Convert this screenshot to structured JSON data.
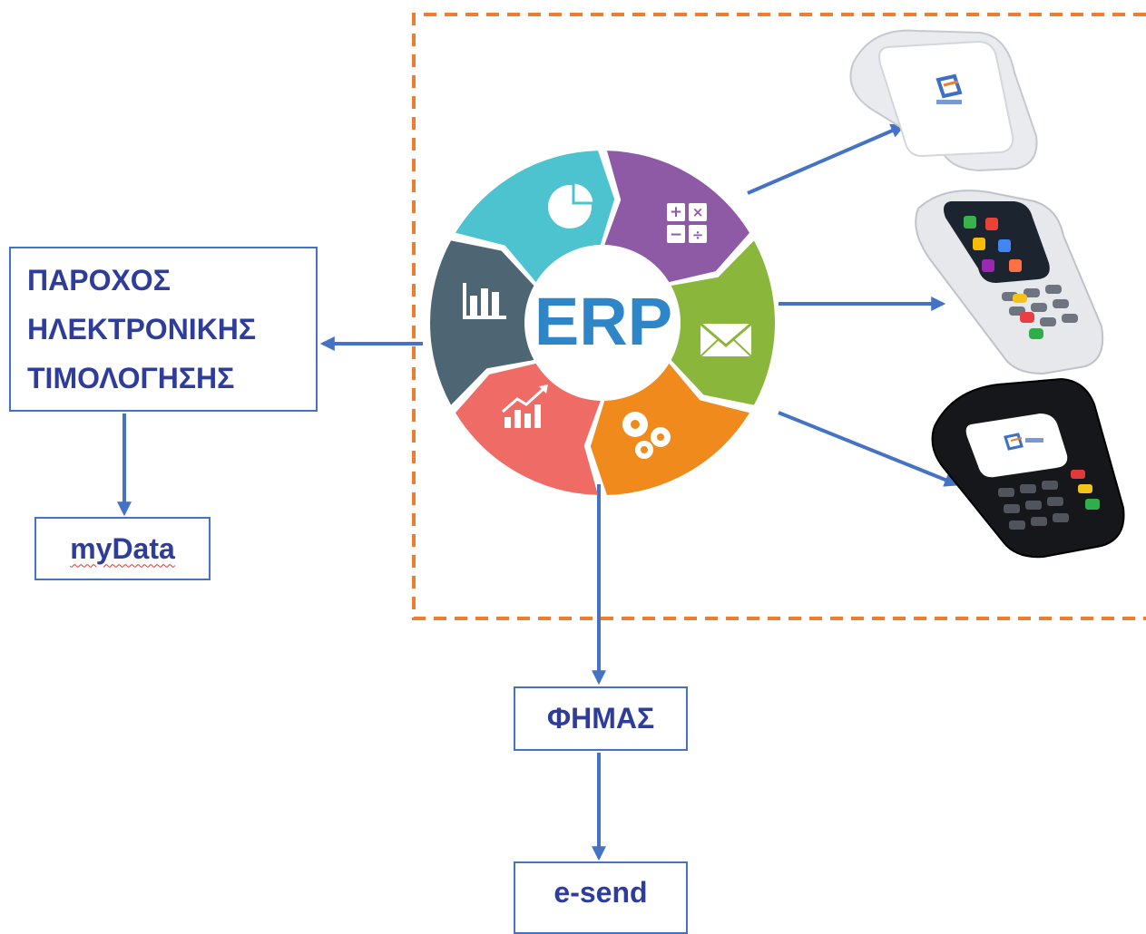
{
  "nodes": {
    "provider_lines": [
      "ΠΑΡΟΧΟΣ",
      "ΗΛΕΚΤΡΟΝΙΚΗΣ",
      "ΤΙΜΟΛΟΓΗΣΗΣ"
    ],
    "mydata": "myData",
    "erp": "ERP",
    "fhmas": "ΦΗΜΑΣ",
    "esend": "e-send"
  },
  "wheel": {
    "segments": [
      {
        "name": "pie-chart",
        "color": "#4dc3d0"
      },
      {
        "name": "calculator",
        "color": "#8e5aa6"
      },
      {
        "name": "envelope",
        "color": "#8bb63c"
      },
      {
        "name": "gears",
        "color": "#f08a1c"
      },
      {
        "name": "trend-chart",
        "color": "#ef6b66"
      },
      {
        "name": "bar-chart",
        "color": "#4e6674"
      }
    ]
  },
  "terminals": [
    "terminal-handheld-white",
    "terminal-desktop-white",
    "terminal-desktop-black"
  ],
  "colors": {
    "arrow": "#4472c4",
    "dashed_frame": "#ed7d31",
    "box_text": "#2f3d9a",
    "erp_text": "#2e86c9"
  }
}
